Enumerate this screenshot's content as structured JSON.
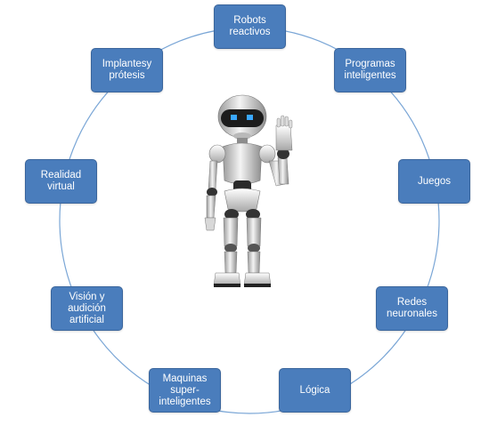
{
  "diagram": {
    "nodes": [
      {
        "id": "robots-reactivos",
        "label": "Robots\nreactivos"
      },
      {
        "id": "programas-inteligentes",
        "label": "Programas\ninteligentes"
      },
      {
        "id": "juegos",
        "label": "Juegos"
      },
      {
        "id": "redes-neuronales",
        "label": "Redes\nneuronales"
      },
      {
        "id": "logica",
        "label": "Lógica"
      },
      {
        "id": "maquinas-super-inteligentes",
        "label": "Maquinas\nsuper-\ninteligentes"
      },
      {
        "id": "vision-audicion-artificial",
        "label": "Visión y\naudición\nartificial"
      },
      {
        "id": "realidad-virtual",
        "label": "Realidad\nvirtual"
      },
      {
        "id": "implantes-protesis",
        "label": "Implantesy\nprótesis"
      }
    ],
    "colors": {
      "node_fill": "#4a7dbc",
      "node_border": "#3a659c",
      "ring": "#7aa6d6",
      "node_text": "#ffffff"
    },
    "center_image": "robot-illustration"
  }
}
